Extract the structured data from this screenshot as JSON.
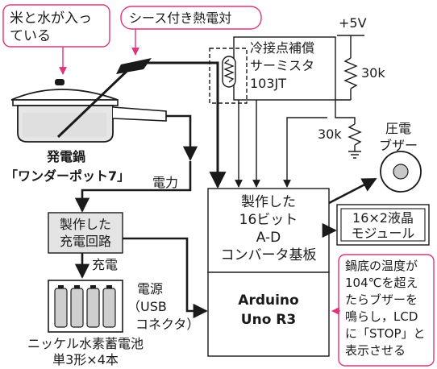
{
  "callouts": {
    "rice_water": [
      "米と水が入っ",
      "ている"
    ],
    "thermocouple": "シース付き熱電対",
    "alarm": [
      "鍋底の温度が",
      "104℃を超え",
      "たらブザーを",
      "鳴らし，LCD",
      "に「STOP」と",
      "表示させる"
    ]
  },
  "pot": {
    "name": "発電鍋",
    "product": "「ワンダーポット7」"
  },
  "labels": {
    "power": "電力",
    "charge": "充電",
    "supply": [
      "電源",
      "（USB",
      "コネクタ）"
    ],
    "vcc": "+5V",
    "r_top": "30k",
    "r_bottom": "30k",
    "buzzer": [
      "圧電",
      "ブザー"
    ]
  },
  "blocks": {
    "cold_junction": [
      "冷接点補償",
      "サーミスタ",
      "103JT"
    ],
    "charger": [
      "製作した",
      "充電回路"
    ],
    "adc": [
      "製作した",
      "16ビット",
      "A-D",
      "コンバータ基板"
    ],
    "arduino": [
      "Arduino",
      "Uno R3"
    ],
    "lcd": [
      "16×2液晶",
      "モジュール"
    ],
    "battery": [
      "ニッケル水素蓄電池",
      "単3形×4本"
    ]
  },
  "colors": {
    "line": "#1a1a1a",
    "callout": "#e0337a",
    "block_fill": "#e4e4e4",
    "pot_body": "#e6e6e6"
  }
}
